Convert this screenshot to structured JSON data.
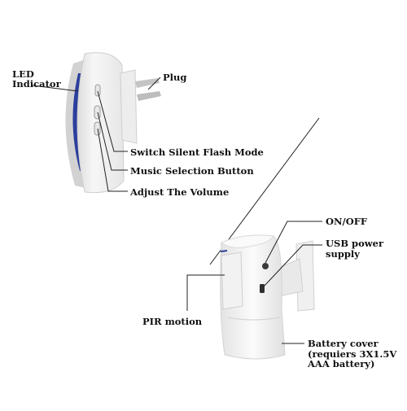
{
  "labels": {
    "led_indicator": "LED\nIndicator",
    "plug": "Plug",
    "switch_mode": "Switch Silent Flash Mode",
    "music_button": "Music Selection Button",
    "adjust_volume": "Adjust The Volume",
    "on_off": "ON/OFF",
    "usb_power": "USB power\nsupply",
    "pir_motion": "PIR motion",
    "battery_cover": "Battery cover\n(requiers 3X1.5V\nAAA battery)"
  },
  "colors": {
    "device_body": "#f4f4f4",
    "device_shadow": "#d7d7d7",
    "accent_blue": "#2b3f9c",
    "line": "#222222"
  }
}
